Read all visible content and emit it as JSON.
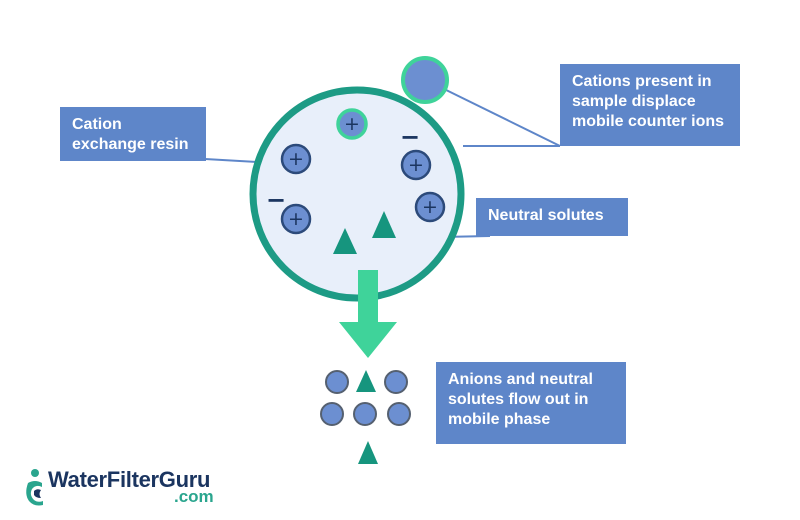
{
  "colors": {
    "box_fill": "#5e86c9",
    "line": "#5e86c9",
    "resin_ring": "#1d9b85",
    "resin_fill": "#e8effa",
    "ion_fill": "#6c8fd1",
    "ion_ring": "#2c4a7a",
    "arrow": "#3fd39a",
    "triangle": "#16957e",
    "dark_text": "#1b3560",
    "logo_accent": "#2aa58e"
  },
  "labels": {
    "resin": [
      "Cation",
      "exchange resin"
    ],
    "cations": [
      "Cations present in",
      "sample displace",
      "mobile counter ions"
    ],
    "neutral": [
      "Neutral solutes"
    ],
    "anions": [
      "Anions and neutral",
      "solutes flow out in",
      "mobile phase"
    ]
  },
  "ion_symbols": {
    "plus": "+",
    "minus": "−"
  },
  "logo": {
    "brand": "WaterFilterGuru",
    "tld": ".com",
    "icon": "water-drop-person-icon"
  }
}
